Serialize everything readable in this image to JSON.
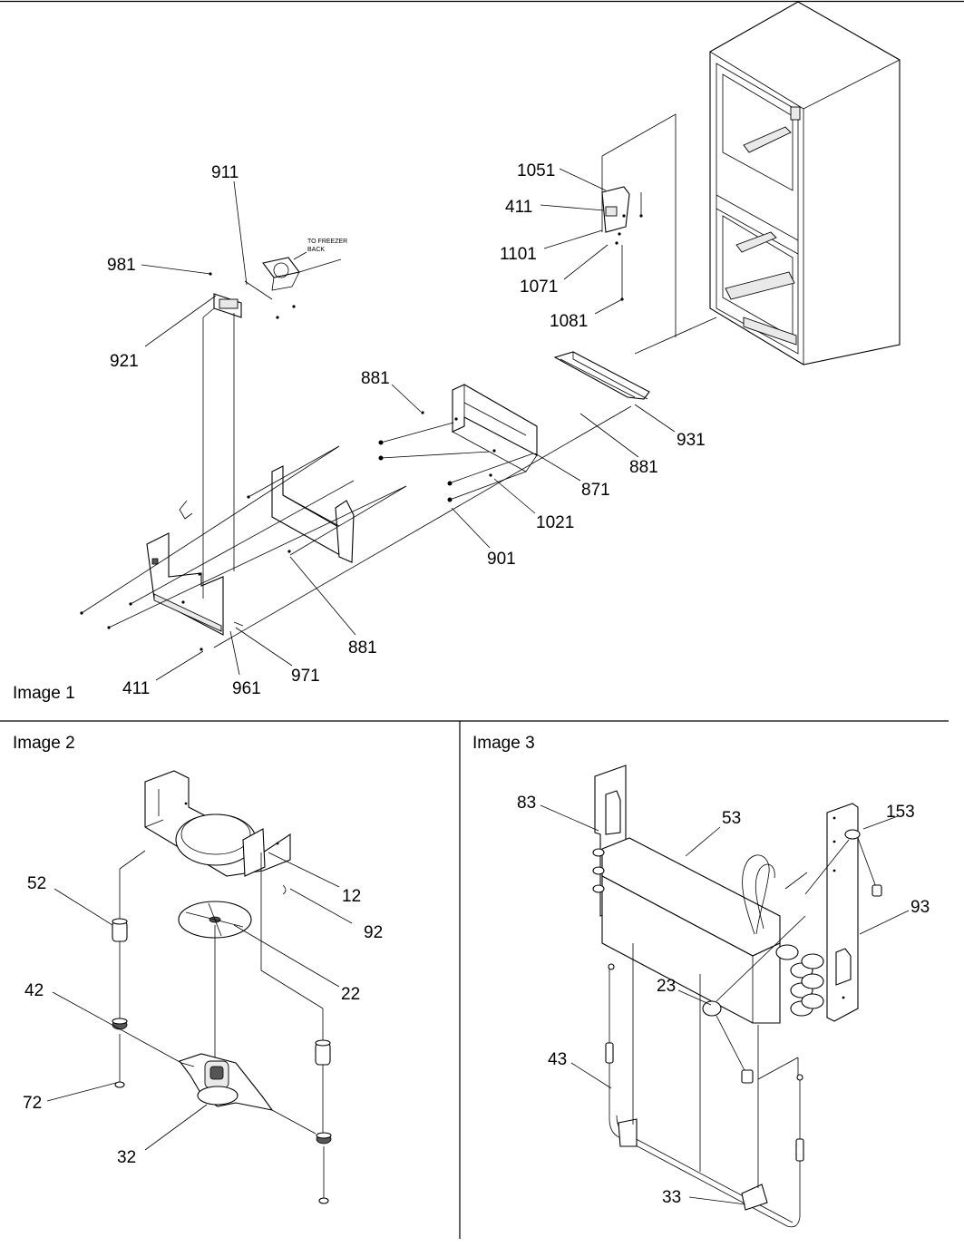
{
  "panels": {
    "image1": {
      "title": "Image 1"
    },
    "image2": {
      "title": "Image 2"
    },
    "image3": {
      "title": "Image 3"
    }
  },
  "notes": {
    "to_freezer_back": [
      "TO FREEZER",
      "BACK"
    ]
  },
  "callouts": {
    "image1": [
      "911",
      "981",
      "921",
      "1051",
      "411",
      "1101",
      "1071",
      "1081",
      "881",
      "931",
      "881",
      "871",
      "1021",
      "901",
      "881",
      "411",
      "961",
      "971"
    ],
    "image2": [
      "12",
      "92",
      "52",
      "22",
      "42",
      "72",
      "32"
    ],
    "image3": [
      "83",
      "53",
      "153",
      "93",
      "23",
      "43",
      "33"
    ]
  }
}
